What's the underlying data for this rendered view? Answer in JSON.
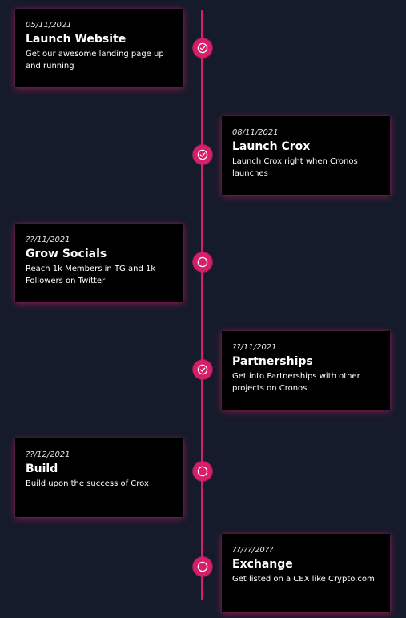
{
  "colors": {
    "background": "#151b2b",
    "accent": "#d61f69",
    "card": "#000000",
    "text": "#ffffff"
  },
  "milestones": [
    {
      "date": "05/11/2021",
      "title": "Launch Website",
      "description": "Get our awesome landing page up and running",
      "status_icon": "check-circle-icon",
      "side": "left"
    },
    {
      "date": "08/11/2021",
      "title": "Launch Crox",
      "description": "Launch Crox right when Cronos launches",
      "status_icon": "check-circle-icon",
      "side": "right"
    },
    {
      "date": "??/11/2021",
      "title": "Grow Socials",
      "description": "Reach 1k Members in TG and 1k Followers on Twitter",
      "status_icon": "empty-circle-icon",
      "side": "left"
    },
    {
      "date": "??/11/2021",
      "title": "Partnerships",
      "description": "Get into Partnerships with other projects on Cronos",
      "status_icon": "check-circle-icon",
      "side": "right"
    },
    {
      "date": "??/12/2021",
      "title": "Build",
      "description": "Build upon the success of Crox",
      "status_icon": "empty-circle-icon",
      "side": "left"
    },
    {
      "date": "??/??/20??",
      "title": "Exchange",
      "description": "Get listed on a CEX like Crypto.com",
      "status_icon": "empty-circle-icon",
      "side": "right"
    }
  ]
}
